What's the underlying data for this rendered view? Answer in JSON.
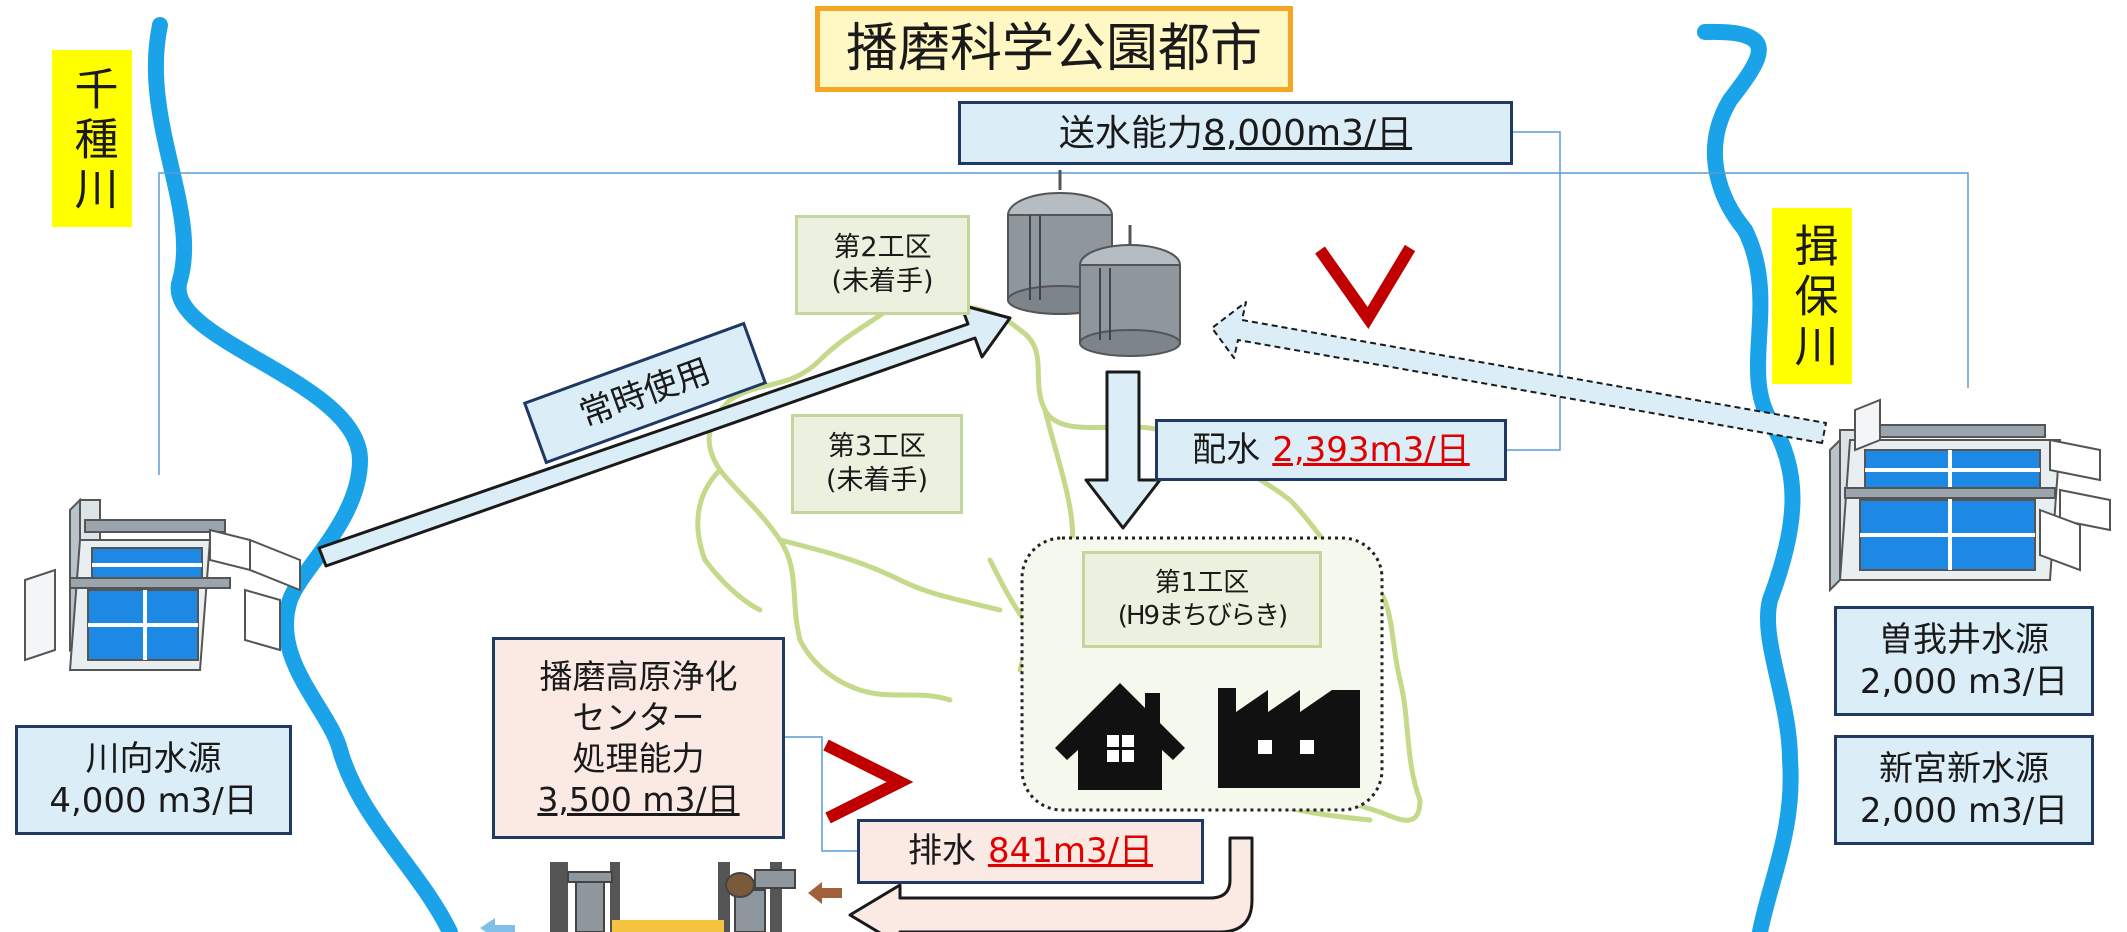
{
  "title": "播磨科学公園都市",
  "rivers": {
    "left": "千種川",
    "right": "揖保川"
  },
  "supply_capacity": {
    "prefix": "送水能力",
    "value": "8,000m3/日"
  },
  "distribution": {
    "prefix": "配水",
    "value": "2,393m3/日"
  },
  "discharge": {
    "prefix": "排水",
    "value": "841m3/日"
  },
  "zones": {
    "zone2": {
      "line1": "第2工区",
      "line2": "(未着手)"
    },
    "zone3": {
      "line1": "第3工区",
      "line2": "(未着手)"
    },
    "zone1": {
      "line1": "第1工区",
      "line2": "(H9まちびらき)"
    }
  },
  "constant_use_label": "常時使用",
  "treatment_center": {
    "line1": "播磨高原浄化",
    "line2": "センター",
    "line3": "処理能力",
    "capacity": "3,500 m3/日"
  },
  "sources": {
    "kawamukai": {
      "name": "川向水源",
      "capacity": "4,000 m3/日"
    },
    "sogai": {
      "name": "曽我井水源",
      "capacity": "2,000 m3/日"
    },
    "shingu": {
      "name": "新宮新水源",
      "capacity": "2,000 m3/日"
    }
  },
  "comparison_symbols": {
    "top": "＜",
    "bottom": "＞"
  },
  "icons": [
    "water-purification-plant-icon",
    "water-tank-icon",
    "house-icon",
    "factory-icon",
    "sewage-plant-icon"
  ],
  "colors": {
    "river": "#1aa3e8",
    "title_border": "#f5a623",
    "title_bg": "#fff8c5",
    "river_label_bg": "#ffff00",
    "info_box_bg": "#dbeef8",
    "info_box_border": "#1f3864",
    "zone_box_bg": "#ebf1de",
    "zone_box_border": "#c3d69b",
    "treatment_box_bg": "#fbe9e4",
    "map_line": "#c5d98a",
    "inequality_red": "#c00000",
    "value_red": "#e00000"
  }
}
